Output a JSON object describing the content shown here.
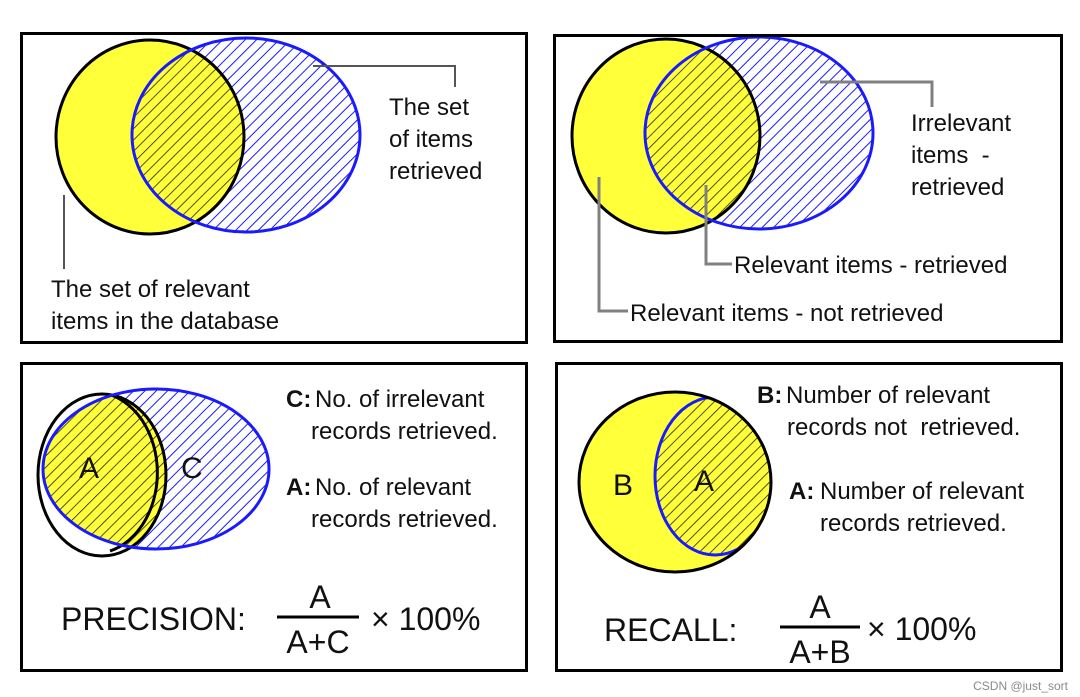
{
  "panel1": {
    "retrieved_label": [
      "The set",
      "of items",
      "retrieved"
    ],
    "relevant_label": [
      "The set of relevant",
      "items in the database"
    ]
  },
  "panel2": {
    "irrelevant_label": [
      "Irrelevant",
      "items  -",
      "retrieved"
    ],
    "relevant_retrieved": "Relevant items - retrieved",
    "relevant_not_retrieved": "Relevant items - not retrieved"
  },
  "panel3": {
    "circle_a": "A",
    "circle_c": "C",
    "c_key": "C:",
    "c_desc": [
      "No. of irrelevant",
      "records retrieved."
    ],
    "a_key": "A:",
    "a_desc": [
      "No. of relevant",
      "records retrieved."
    ],
    "formula_label": "PRECISION:",
    "numerator": "A",
    "denominator": "A+C",
    "multiplier": "× 100%"
  },
  "panel4": {
    "circle_b": "B",
    "circle_a": "A",
    "b_key": "B:",
    "b_desc": [
      "Number of relevant",
      "records not  retrieved."
    ],
    "a_key": "A:",
    "a_desc": [
      "Number of relevant",
      "records retrieved."
    ],
    "formula_label": "RECALL:",
    "numerator": "A",
    "denominator": "A+B",
    "multiplier": "× 100%"
  },
  "watermark": "CSDN @just_sort",
  "colors": {
    "relevant_fill": "#ffff3a",
    "retrieved_stroke": "#1a1aff",
    "border": "#000000",
    "leader": "#808080"
  }
}
